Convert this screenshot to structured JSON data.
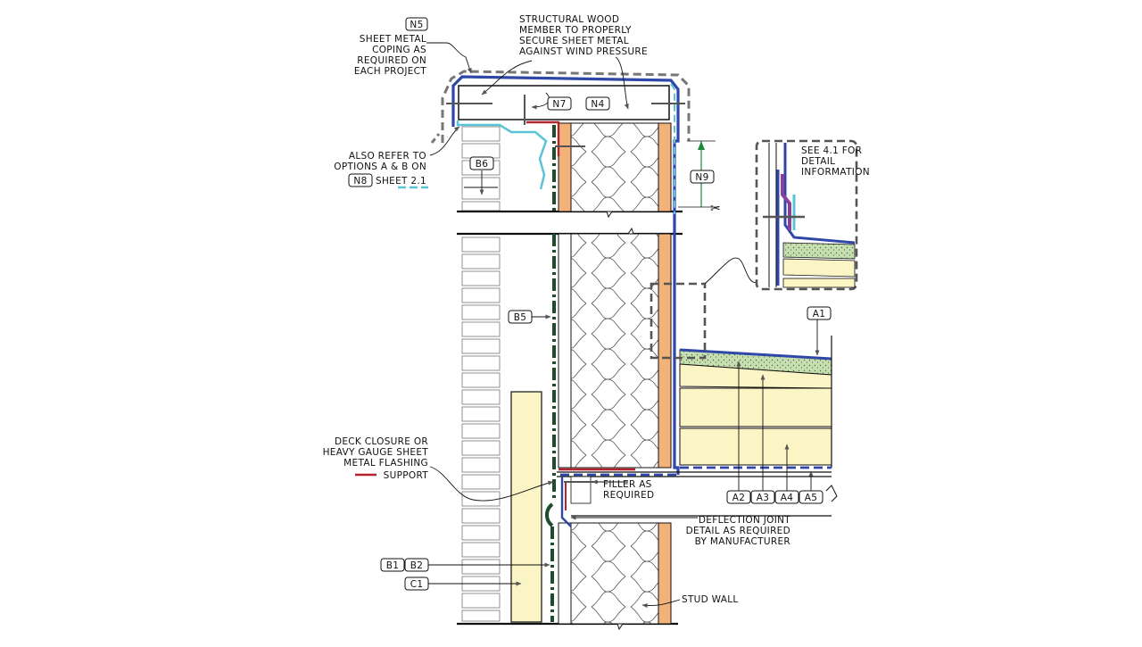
{
  "notes": {
    "coping": [
      "SHEET METAL",
      "COPING AS",
      "REQUIRED ON",
      "EACH PROJECT"
    ],
    "wood": [
      "STRUCTURAL WOOD",
      "MEMBER TO PROPERLY",
      "SECURE SHEET METAL",
      "AGAINST WIND PRESSURE"
    ],
    "also": [
      "ALSO REFER TO",
      "OPTIONS A & B ON",
      "SHEET 2.1"
    ],
    "see": [
      "SEE 4.1 FOR",
      "DETAIL",
      "INFORMATION"
    ],
    "deck": [
      "DECK CLOSURE OR",
      "HEAVY GAUGE SHEET",
      "METAL FLASHING",
      "SUPPORT"
    ],
    "filler": [
      "FILLER AS",
      "REQUIRED"
    ],
    "deflection": [
      "DEFLECTION JOINT",
      "DETAIL AS REQUIRED",
      "BY MANUFACTURER"
    ],
    "stud": "STUD WALL"
  },
  "tags": {
    "n5": "N5",
    "n7": "N7",
    "n4": "N4",
    "n8": "N8",
    "n9": "N9",
    "b6": "B6",
    "b5": "B5",
    "a1": "A1",
    "a2": "A2",
    "a3": "A3",
    "a4": "A4",
    "a5": "A5",
    "b1": "B1",
    "b2": "B2",
    "c1": "C1"
  },
  "colors": {
    "membrane_blue": "#2f47a6",
    "light_blue": "#5bc3d6",
    "dark_green": "#1e4d2b",
    "red_flashing": "#b3242c",
    "orange_sheathing": "#f2b27a",
    "yellow_board": "#fbf4c4",
    "cover_green": "#c7deb0",
    "purple": "#8a3fa0",
    "gray_dashed": "#777777"
  }
}
